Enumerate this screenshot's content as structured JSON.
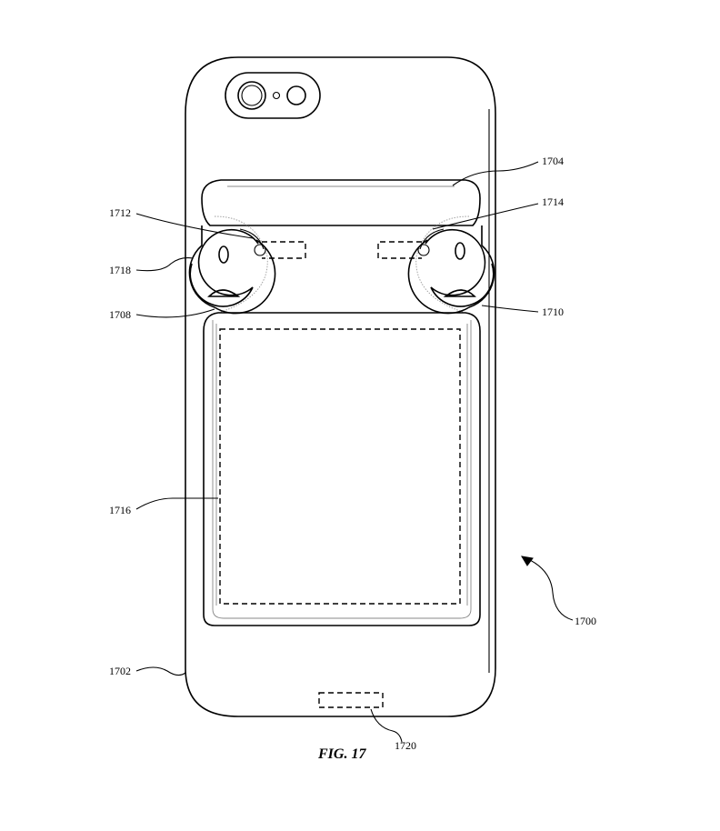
{
  "figure": {
    "caption": "FIG. 17",
    "labels": {
      "l1700": "1700",
      "l1702": "1702",
      "l1704": "1704",
      "l1708": "1708",
      "l1710": "1710",
      "l1712": "1712",
      "l1714": "1714",
      "l1716": "1716",
      "l1718": "1718",
      "l1720": "1720"
    }
  }
}
